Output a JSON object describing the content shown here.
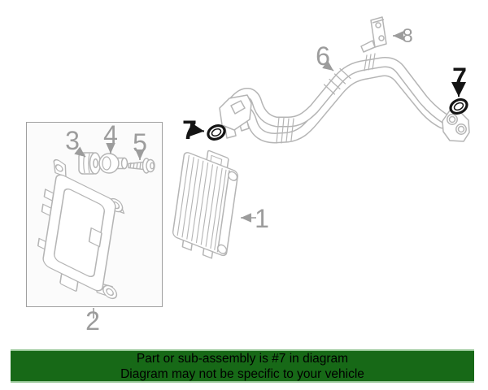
{
  "banner": {
    "line1": "Part or sub-assembly is #7 in diagram",
    "line2": "Diagram may not be specific to your vehicle",
    "background_color": "#176917",
    "border_color": "#94c594",
    "text_color": "#000000"
  },
  "diagram": {
    "highlighted_part": "7",
    "line_color": "#b5b5b5",
    "label_color": "#9c9c9c",
    "highlight_color": "#141414",
    "labels": {
      "part1": "1",
      "part2": "2",
      "part3": "3",
      "part4": "4",
      "part5": "5",
      "part6": "6",
      "part7_left": "7",
      "part7_right": "7",
      "part8": "8"
    }
  }
}
